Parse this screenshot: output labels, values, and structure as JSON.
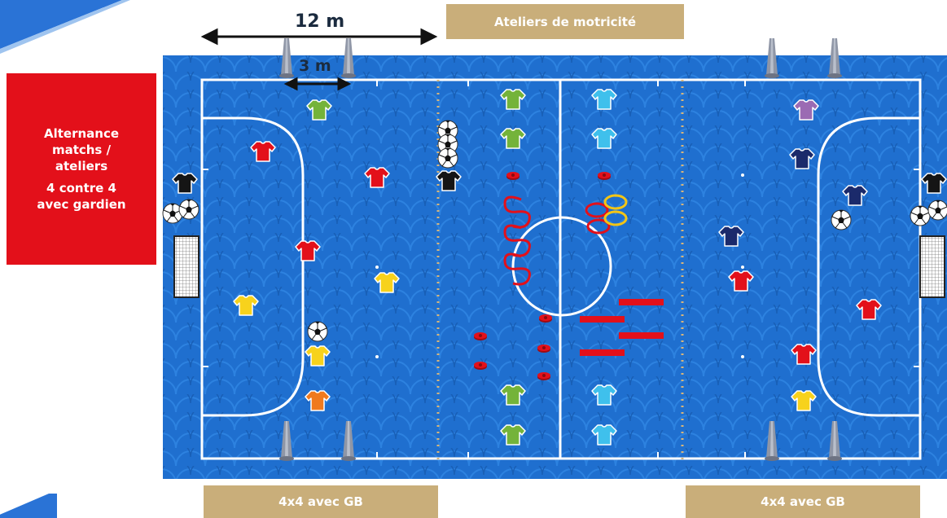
{
  "header": {
    "title": "Ateliers de motricité"
  },
  "side_panel": {
    "line1": "Alternance matchs / ateliers",
    "line2": "4 contre 4 avec gardien"
  },
  "dimensions": {
    "width_label": "12 m",
    "spacing_label": "3 m"
  },
  "footer": {
    "left_label": "4x4 avec GB",
    "right_label": "4x4 avec GB"
  },
  "colors": {
    "banner": "#c9ae7a",
    "panel": "#e3101a",
    "court": "#1f6fcf",
    "lines": "#ffffff",
    "shirt_red": "#e3101a",
    "shirt_yellow": "#f7d21c",
    "shirt_orange": "#f07a1e",
    "shirt_green": "#74b33a",
    "shirt_lightblue": "#3fc0ec",
    "shirt_navy": "#1b2a6b",
    "shirt_purple": "#9b6bb3",
    "shirt_black": "#151515",
    "ladder_red": "#e3101a",
    "ring_yellow": "#f3c515"
  },
  "icons": [
    "shirt-icon",
    "ball-icon",
    "cone-icon",
    "goal-icon",
    "hurdle-icon",
    "ring-icon",
    "marker-icon"
  ]
}
